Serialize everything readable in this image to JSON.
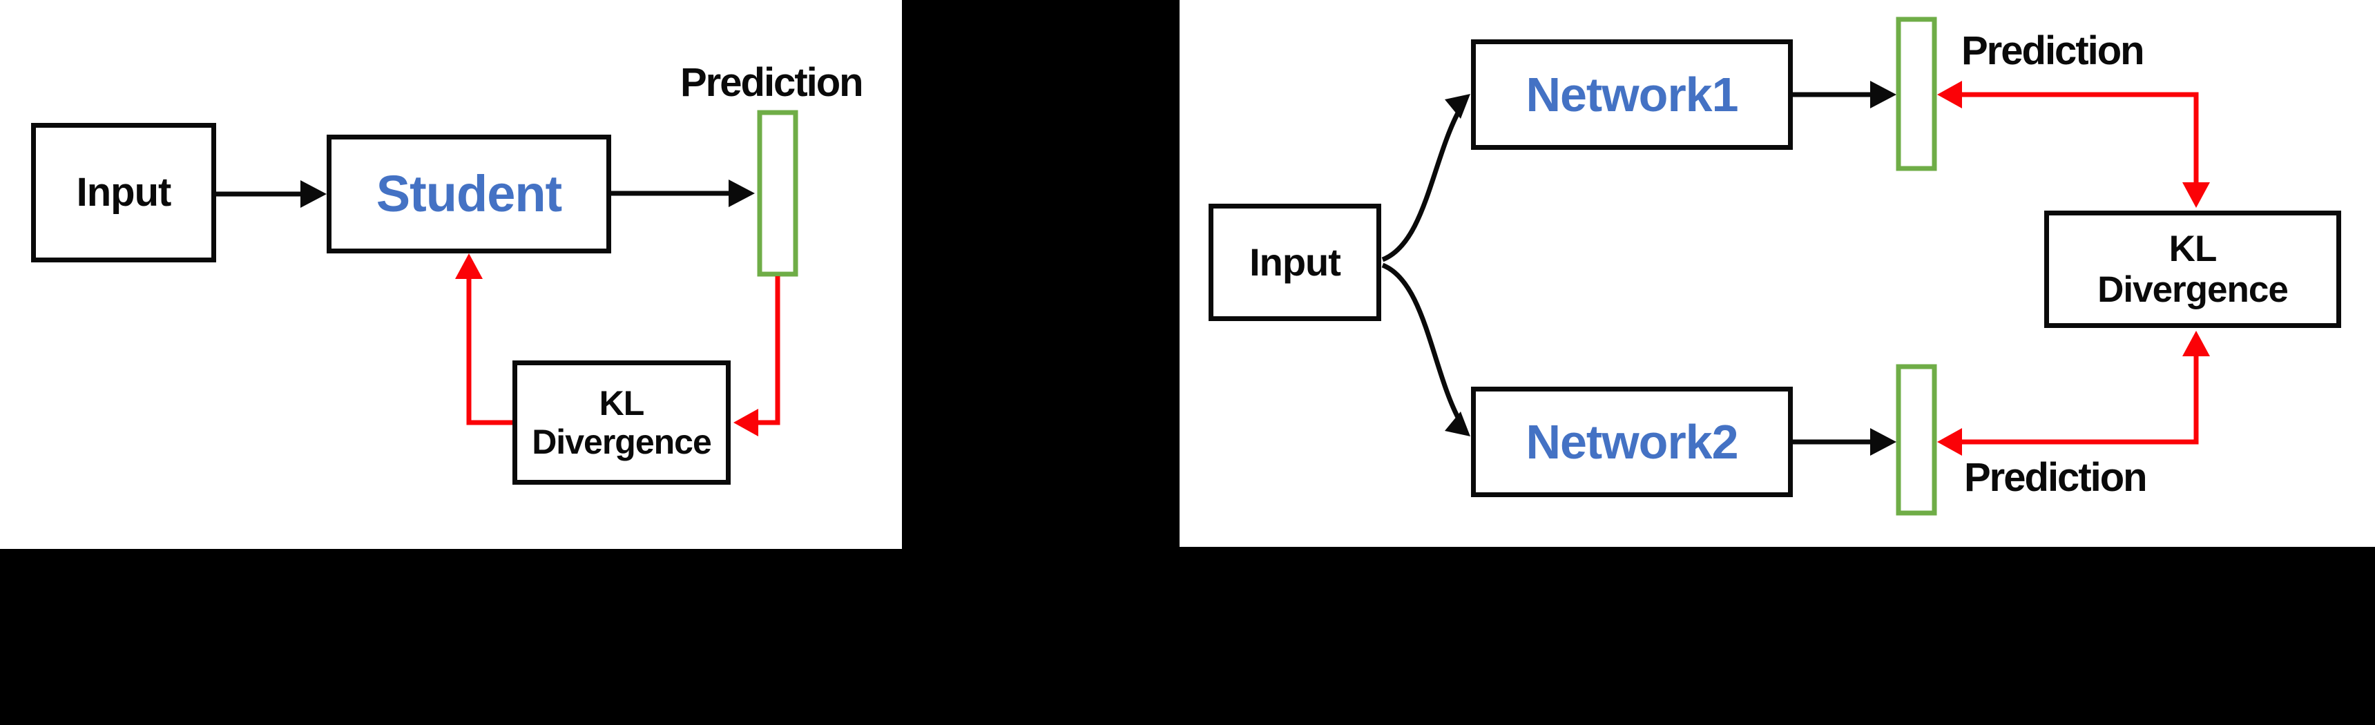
{
  "colors": {
    "background": "#000000",
    "panel_white": "#ffffff",
    "ink_black": "#0a0a0a",
    "accent_blue": "#4472C4",
    "box_green": "#6fad47",
    "arrow_red": "#fb0207"
  },
  "left_diagram": {
    "input_label": "Input",
    "model_label": "Student",
    "prediction_label": "Prediction",
    "kl_line1": "KL",
    "kl_line2": "Divergence"
  },
  "right_diagram": {
    "input_label": "Input",
    "network1_label": "Network1",
    "network2_label": "Network2",
    "prediction_top_label": "Prediction",
    "prediction_bottom_label": "Prediction",
    "kl_line1": "KL",
    "kl_line2": "Divergence"
  }
}
